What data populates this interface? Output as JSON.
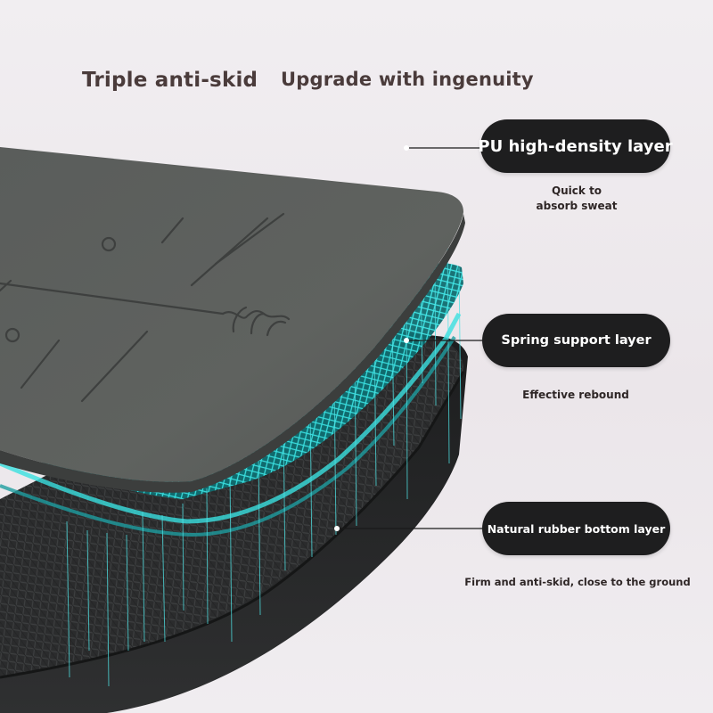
{
  "headings": {
    "left": "Triple anti-skid",
    "right": "Upgrade with ingenuity"
  },
  "layers": [
    {
      "label": "PU high-density layer",
      "caption_lines": [
        "Quick to",
        "absorb sweat"
      ]
    },
    {
      "label": "Spring support layer",
      "caption_lines": [
        "Effective rebound"
      ]
    },
    {
      "label": "Natural rubber bottom layer",
      "caption_lines": [
        "Firm and anti-skid, close to the ground"
      ]
    }
  ],
  "colors": {
    "background": "#efeaee",
    "top_layer": "#5b5e5c",
    "spring_layer": "#22b5b5",
    "bottom_layer": "#2a2b2c",
    "pill": "#1e1e1f",
    "heading_text": "#4a3b3b"
  },
  "icons": [
    "cyan-fibre-lines",
    "callout-dot"
  ]
}
